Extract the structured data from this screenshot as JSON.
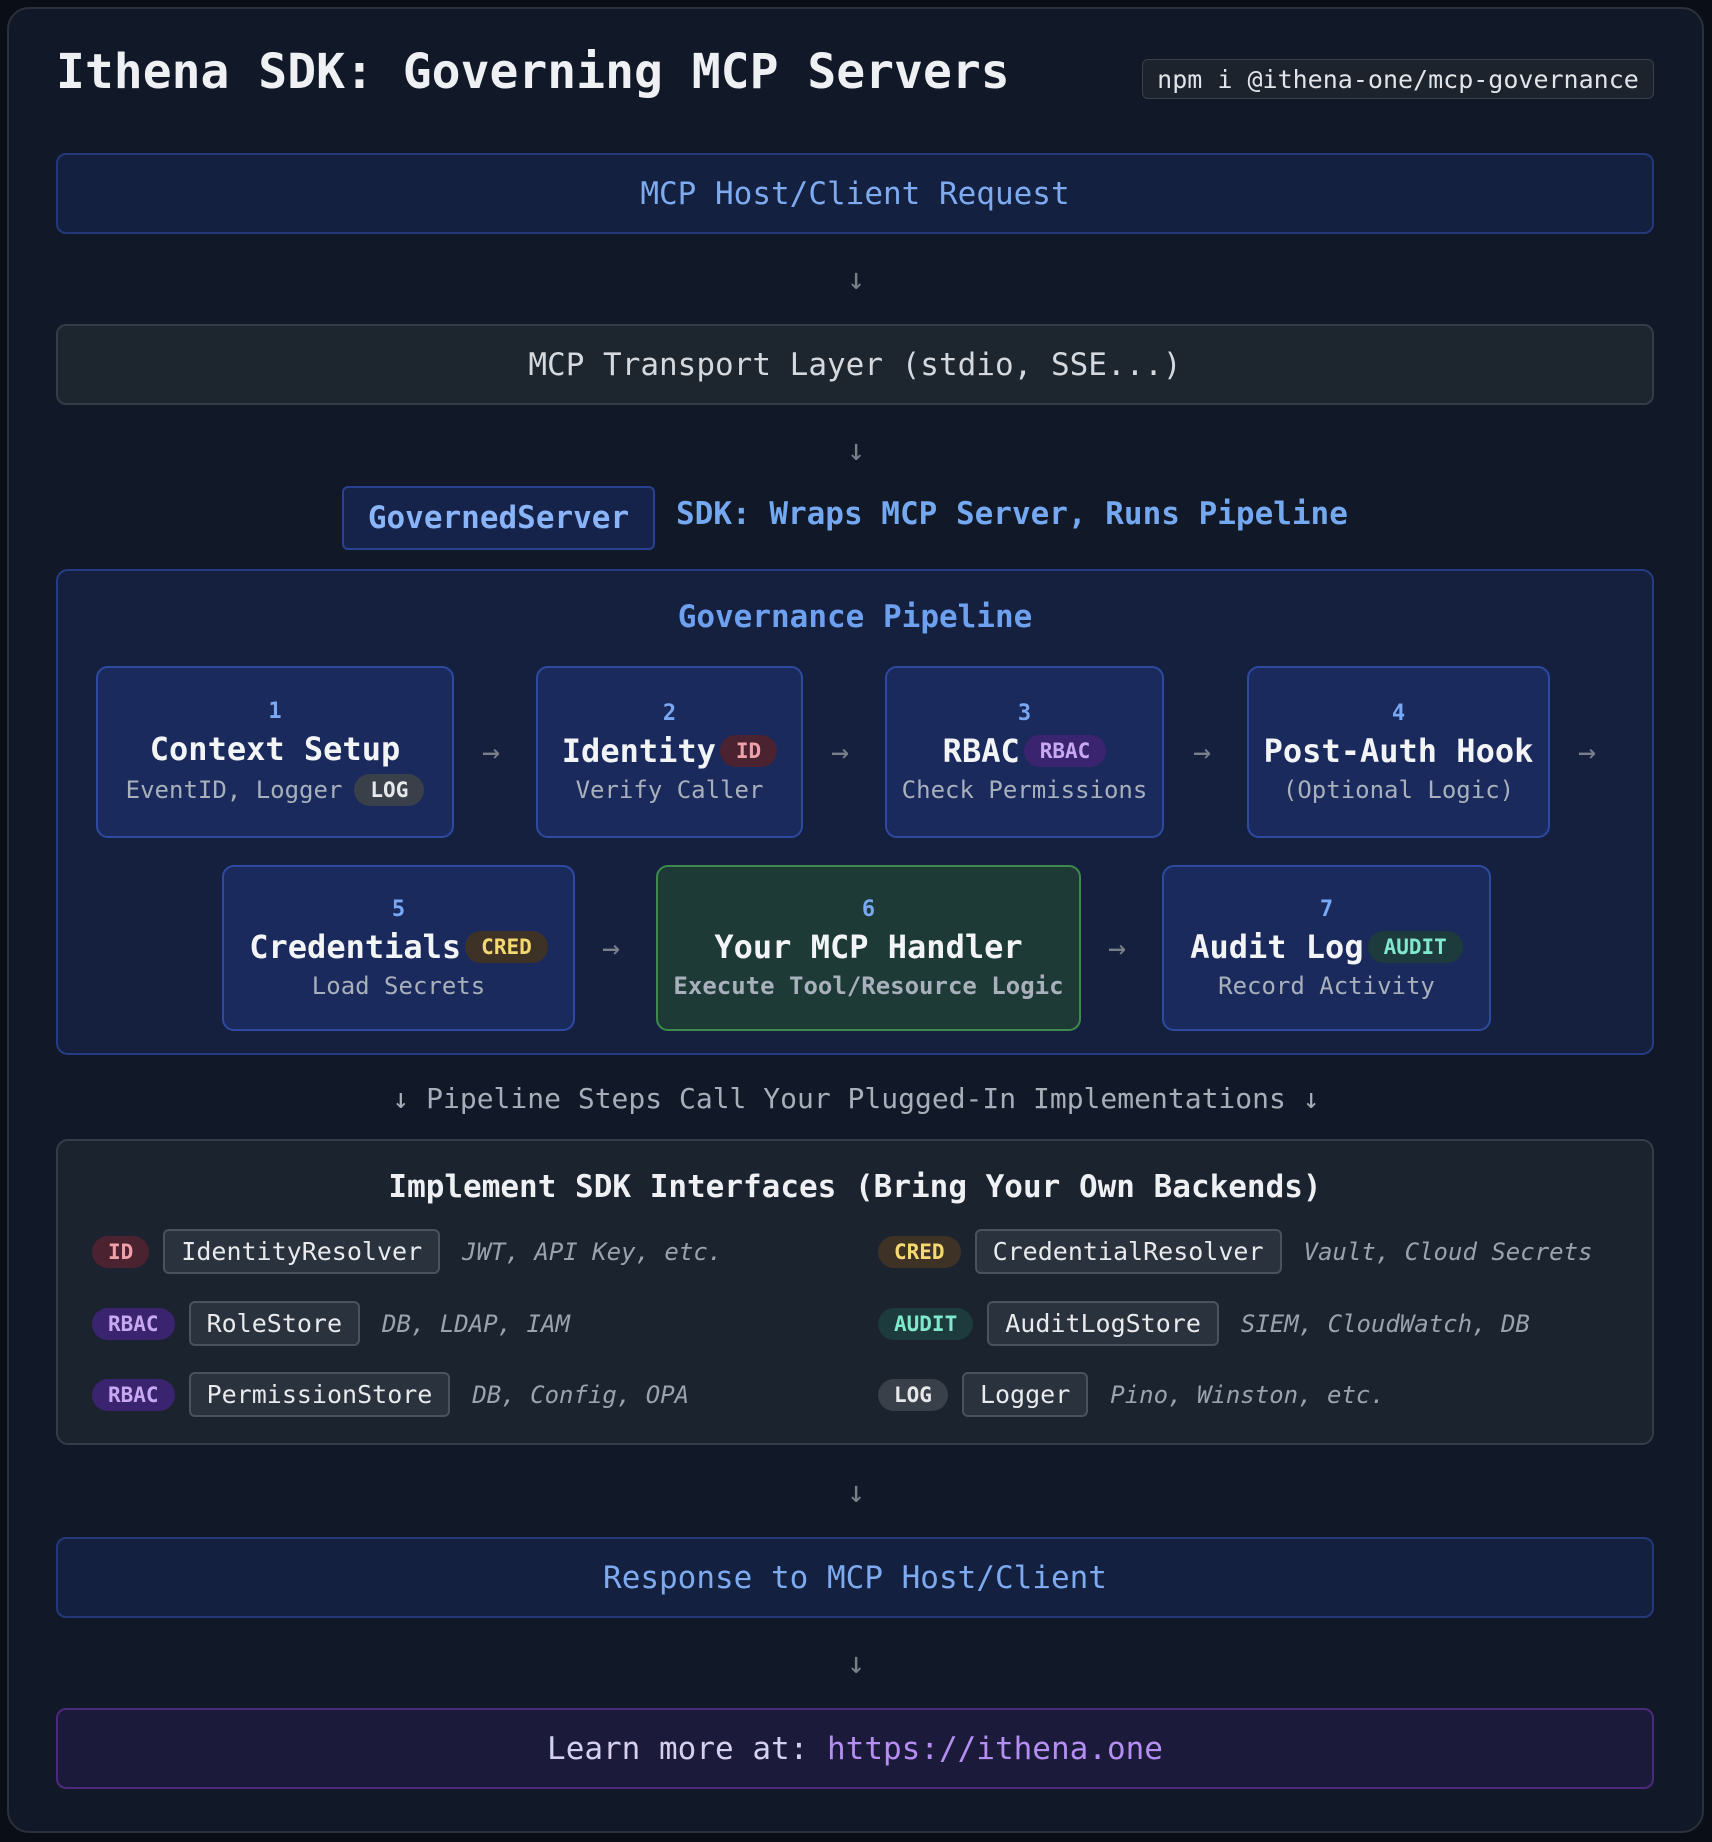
{
  "title": "Ithena SDK: Governing MCP Servers",
  "install_cmd": "npm i @ithena-one/mcp-governance",
  "request": "MCP Host/Client Request",
  "transport": "MCP Transport Layer (stdio, SSE...)",
  "arrow_down": "↓",
  "arrow_right": "→",
  "governed_server": "GovernedServer",
  "governed_label": "SDK: Wraps MCP Server, Runs Pipeline",
  "pipeline": {
    "title": "Governance Pipeline",
    "steps": [
      {
        "num": "1",
        "title": "Context Setup",
        "sub": "EventID, Logger",
        "tag": "LOG"
      },
      {
        "num": "2",
        "title": "Identity",
        "sub": "Verify Caller",
        "tag": "ID"
      },
      {
        "num": "3",
        "title": "RBAC",
        "sub": "Check Permissions",
        "tag": "RBAC"
      },
      {
        "num": "4",
        "title": "Post-Auth Hook",
        "sub": "(Optional Logic)"
      },
      {
        "num": "5",
        "title": "Credentials",
        "sub": "Load Secrets",
        "tag": "CRED"
      },
      {
        "num": "6",
        "title": "Your MCP Handler",
        "sub": "Execute Tool/Resource Logic"
      },
      {
        "num": "7",
        "title": "Audit Log",
        "sub": "Record Activity",
        "tag": "AUDIT"
      }
    ]
  },
  "steps_note": "↓ Pipeline Steps Call Your Plugged-In Implementations ↓",
  "interfaces": {
    "title": "Implement SDK Interfaces (Bring Your Own Backends)",
    "items": [
      {
        "tag": "ID",
        "name": "IdentityResolver",
        "desc": "JWT, API Key, etc."
      },
      {
        "tag": "RBAC",
        "name": "RoleStore",
        "desc": "DB, LDAP, IAM"
      },
      {
        "tag": "RBAC",
        "name": "PermissionStore",
        "desc": "DB, Config, OPA"
      },
      {
        "tag": "CRED",
        "name": "CredentialResolver",
        "desc": "Vault, Cloud Secrets"
      },
      {
        "tag": "AUDIT",
        "name": "AuditLogStore",
        "desc": "SIEM, CloudWatch, DB"
      },
      {
        "tag": "LOG",
        "name": "Logger",
        "desc": "Pino, Winston, etc."
      }
    ]
  },
  "response": "Response to MCP Host/Client",
  "learn_more": {
    "label": "Learn more at: ",
    "url": "https://ithena.one"
  }
}
